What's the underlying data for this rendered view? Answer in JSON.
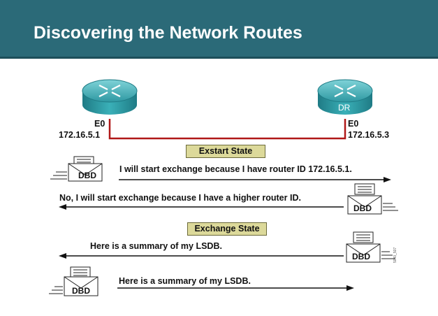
{
  "title": "Discovering the Network Routes",
  "routers": {
    "left": {
      "interface": "E0",
      "ip": "172.16.5.1"
    },
    "right": {
      "badge": "DR",
      "interface": "E0",
      "ip": "172.16.5.3"
    }
  },
  "states": {
    "exstart": "Exstart State",
    "exchange": "Exchange State"
  },
  "packet_label": "DBD",
  "messages": {
    "m1": "I will start exchange because I have router ID 172.16.5.1.",
    "m2": "No, I will start exchange because I have a higher router ID.",
    "m3": "Here is a summary of my LSDB.",
    "m4": "Here is a summary of my LSDB."
  },
  "figure_id": "5040_507",
  "colors": {
    "title_bar": "#2b6a78",
    "link": "#b01818",
    "state_box": "#dcd99a",
    "router": "#3aa8b0"
  }
}
